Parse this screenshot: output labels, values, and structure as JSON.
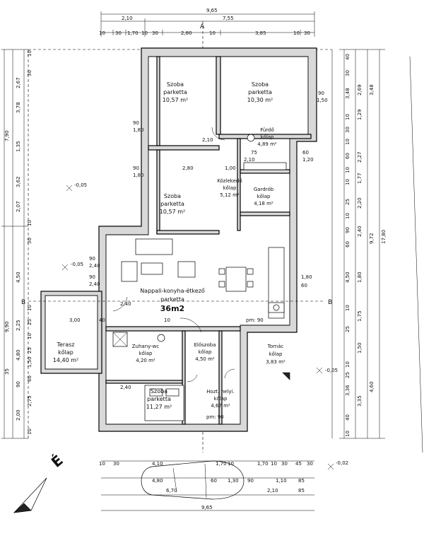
{
  "dimensions": {
    "top": [
      "9,65",
      "2,10",
      "7,55"
    ],
    "top_row2": [
      "10",
      "30",
      "1,70",
      "10",
      "30",
      "2,80",
      "10",
      "3,85",
      "10",
      "30"
    ],
    "bottom": [
      "10",
      "30",
      "4,10",
      "1,70",
      "10",
      "1,70",
      "10",
      "30",
      "45",
      "30"
    ],
    "bottom_row2": [
      "4,80",
      "60",
      "1,30",
      "90",
      "1,10",
      "85"
    ],
    "bottom_row3": [
      "6,70",
      "2,10",
      "85"
    ],
    "bottom_total": "9,65",
    "left_outer": [
      "7,90",
      "9,90"
    ],
    "left_mid": [
      "2,67",
      "3,78",
      "1,35",
      "3,62",
      "2,07",
      "4,50",
      "2,25",
      "4,80",
      "35",
      "2,00"
    ],
    "left_inner": [
      "10",
      "30",
      "10",
      "30",
      "10",
      "25",
      "10",
      "25",
      "1,50",
      "60",
      "90",
      "2,75",
      "10"
    ],
    "right_outer": [
      "17,80"
    ],
    "right_mid": [
      "3,48",
      "9,72",
      "4,60"
    ],
    "right_inner": [
      "2,69",
      "1,29",
      "2,27",
      "1,77",
      "2,20",
      "2,40",
      "1,80",
      "1,75",
      "4,50",
      "1,50",
      "3,35",
      "3,48",
      "3,36"
    ],
    "right_small": [
      "40",
      "30",
      "10",
      "30",
      "10",
      "60",
      "10",
      "10",
      "25",
      "10",
      "90",
      "60",
      "10",
      "25",
      "10",
      "25",
      "40",
      "10"
    ]
  },
  "rooms": [
    {
      "name": "Szoba",
      "floor": "parketta",
      "area": "10,57 m²"
    },
    {
      "name": "Szoba",
      "floor": "parketta",
      "area": "10,30 m²"
    },
    {
      "name": "Fürdő",
      "floor": "kőlap",
      "area": "4,89 m²"
    },
    {
      "name": "Szoba",
      "floor": "parketta",
      "area": "10,57 m²"
    },
    {
      "name": "Közlekedő",
      "floor": "kőlap",
      "area": "5,12 m²"
    },
    {
      "name": "Gardrób",
      "floor": "kőlap",
      "area": "4,18 m²"
    },
    {
      "name": "Nappali-konyha-étkező",
      "floor": "parketta",
      "area": "36m2"
    },
    {
      "name": "Terasz",
      "floor": "kőlap",
      "area": "14,40 m²"
    },
    {
      "name": "Zuhany-wc",
      "floor": "kőlap",
      "area": "4,20 m²"
    },
    {
      "name": "Előszoba",
      "floor": "kőlap",
      "area": "4,50 m²"
    },
    {
      "name": "Tornác",
      "floor": "kőlap",
      "area": "3,83 m²"
    },
    {
      "name": "Szoba",
      "floor": "parketta",
      "area": "11,27 m²"
    },
    {
      "name": "Hozt. helyi.",
      "floor": "kőlap",
      "area": "4,67 m²"
    }
  ],
  "labels": {
    "section_a": "A",
    "section_b": "B",
    "level_1": "-0,05",
    "level_2": "-0,05",
    "level_3": "-0,05",
    "level_4": "-0,02",
    "north": "É",
    "door_90a": "90",
    "door_2_10": "2,10",
    "door_1_80": "1,80",
    "door_60": "60",
    "door_2_40": "2,40",
    "door_1_00": "1,00",
    "door_1_20": "1,20",
    "door_3_00": "3,00",
    "door_1_50": "1,50",
    "door_75": "75",
    "door_2_80": "2,80",
    "door_40": "40",
    "door_10": "10",
    "door_pm90": "pm: 90",
    "door_4_50": "4,50"
  }
}
